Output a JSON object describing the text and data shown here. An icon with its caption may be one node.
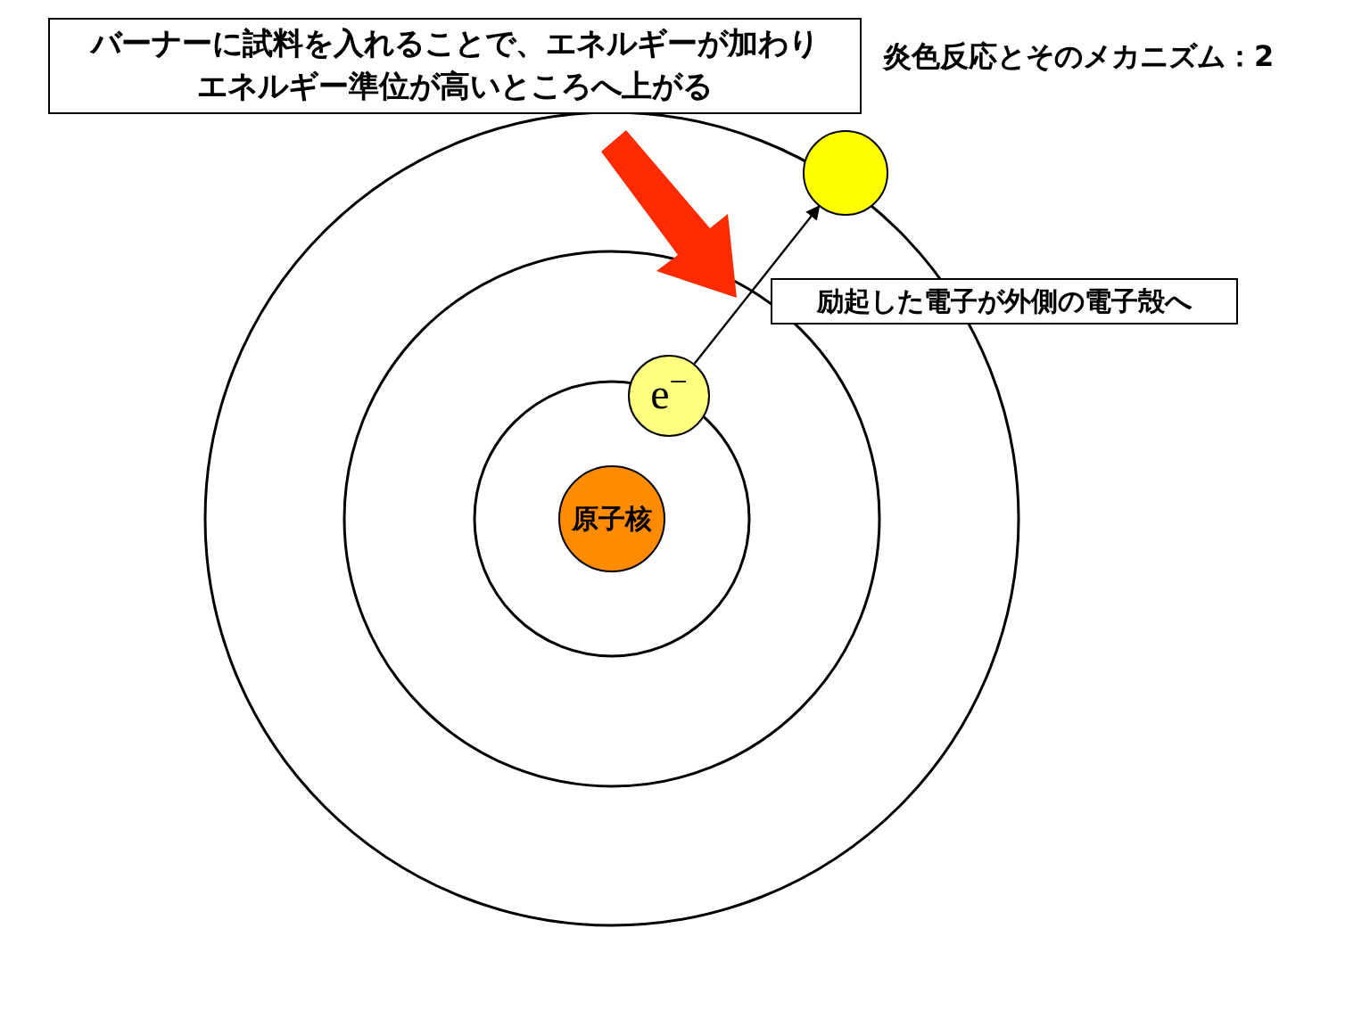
{
  "diagram": {
    "title": "炎色反応とそのメカニズム：2",
    "nodes": [
      {
        "text": [
          "バーナーに試料を入れることで、エネルギーが加わりエネルギー準位が高いところへ上がる"
        ]
      },
      {
        "text": [
          "原子核"
        ]
      },
      {
        "text": [
          "e$^{−}$"
        ]
      },
      {
        "text": [],
        "shape": "circle"
      },
      {
        "text": [
          "励起した電子が外側の電子殻へ"
        ]
      }
    ],
    "edges": [
      {
        "from": 2,
        "to": 3,
        "arrow": "to"
      }
    ]
  }
}
